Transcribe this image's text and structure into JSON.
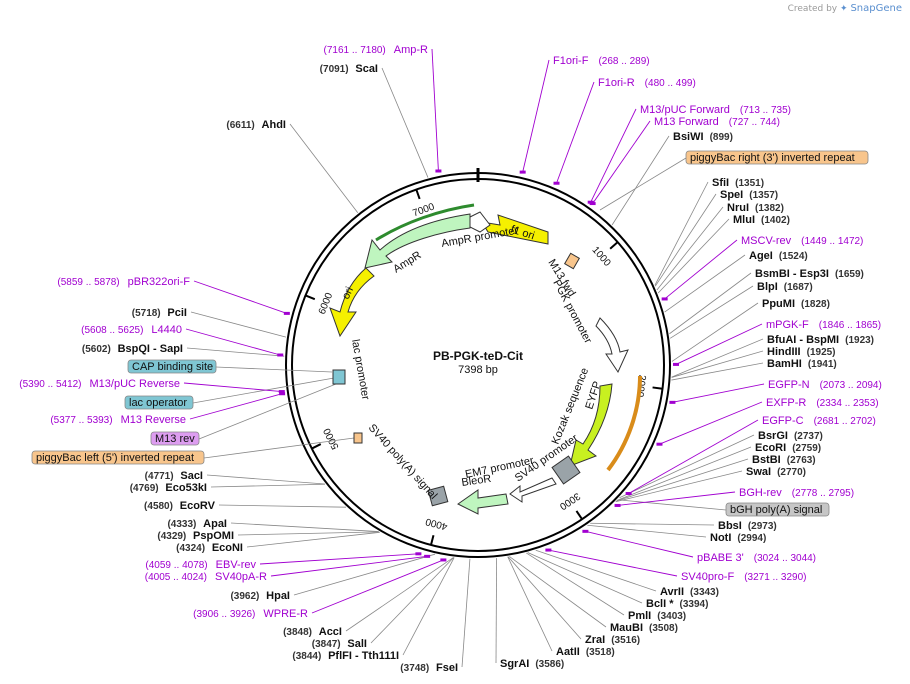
{
  "header": {
    "credit_prefix": "Created by",
    "credit_brand": "SnapGene"
  },
  "plasmid": {
    "name": "PB-PGK-teD-Cit",
    "length_label": "7398 bp",
    "length": 7398
  },
  "ticks": [
    "1000",
    "2000",
    "3000",
    "4000",
    "5000",
    "6000",
    "7000"
  ],
  "enzymes_right": [
    {
      "name": "BsiWI",
      "pos": "(899)"
    },
    {
      "name": "SfiI",
      "pos": "(1351)"
    },
    {
      "name": "SpeI",
      "pos": "(1357)"
    },
    {
      "name": "NruI",
      "pos": "(1382)"
    },
    {
      "name": "MluI",
      "pos": "(1402)"
    },
    {
      "name": "AgeI",
      "pos": "(1524)"
    },
    {
      "name": "BsmBI - Esp3I",
      "pos": "(1659)"
    },
    {
      "name": "BlpI",
      "pos": "(1687)"
    },
    {
      "name": "PpuMI",
      "pos": "(1828)"
    },
    {
      "name": "BfuAI - BspMI",
      "pos": "(1923)"
    },
    {
      "name": "HindIII",
      "pos": "(1925)"
    },
    {
      "name": "BamHI",
      "pos": "(1941)"
    },
    {
      "name": "BsrGI",
      "pos": "(2737)"
    },
    {
      "name": "EcoRI",
      "pos": "(2759)"
    },
    {
      "name": "BstBI",
      "pos": "(2763)"
    },
    {
      "name": "SwaI",
      "pos": "(2770)"
    },
    {
      "name": "BbsI",
      "pos": "(2973)"
    },
    {
      "name": "NotI",
      "pos": "(2994)"
    },
    {
      "name": "AvrII",
      "pos": "(3343)"
    },
    {
      "name": "BclI *",
      "pos": "(3394)"
    },
    {
      "name": "PmlI",
      "pos": "(3403)"
    },
    {
      "name": "MauBI",
      "pos": "(3508)"
    },
    {
      "name": "ZraI",
      "pos": "(3516)"
    },
    {
      "name": "AatII",
      "pos": "(3518)"
    },
    {
      "name": "SgrAI",
      "pos": "(3586)"
    }
  ],
  "enzymes_left": [
    {
      "name": "ScaI",
      "pos": "(7091)"
    },
    {
      "name": "AhdI",
      "pos": "(6611)"
    },
    {
      "name": "PciI",
      "pos": "(5718)"
    },
    {
      "name": "BspQI - SapI",
      "pos": "(5602)"
    },
    {
      "name": "SacI",
      "pos": "(4771)"
    },
    {
      "name": "Eco53kI",
      "pos": "(4769)"
    },
    {
      "name": "EcoRV",
      "pos": "(4580)"
    },
    {
      "name": "ApaI",
      "pos": "(4333)"
    },
    {
      "name": "PspOMI",
      "pos": "(4329)"
    },
    {
      "name": "EcoNI",
      "pos": "(4324)"
    },
    {
      "name": "HpaI",
      "pos": "(3962)"
    },
    {
      "name": "AccI",
      "pos": "(3848)"
    },
    {
      "name": "SalI",
      "pos": "(3847)"
    },
    {
      "name": "PflFI - Tth111I",
      "pos": "(3844)"
    },
    {
      "name": "FseI",
      "pos": "(3748)"
    }
  ],
  "primers": [
    {
      "name": "Amp-R",
      "pos": "(7161 .. 7180)"
    },
    {
      "name": "F1ori-F",
      "pos": "(268 .. 289)"
    },
    {
      "name": "F1ori-R",
      "pos": "(480 .. 499)"
    },
    {
      "name": "M13/pUC Forward",
      "pos": "(713 .. 735)"
    },
    {
      "name": "M13 Forward",
      "pos": "(727 .. 744)"
    },
    {
      "name": "MSCV-rev",
      "pos": "(1449 .. 1472)"
    },
    {
      "name": "mPGK-F",
      "pos": "(1846 .. 1865)"
    },
    {
      "name": "EGFP-N",
      "pos": "(2073 .. 2094)"
    },
    {
      "name": "EXFP-R",
      "pos": "(2334 .. 2353)"
    },
    {
      "name": "EGFP-C",
      "pos": "(2681 .. 2702)"
    },
    {
      "name": "BGH-rev",
      "pos": "(2778 .. 2795)"
    },
    {
      "name": "pBABE 3'",
      "pos": "(3024 .. 3044)"
    },
    {
      "name": "SV40pro-F",
      "pos": "(3271 .. 3290)"
    },
    {
      "name": "WPRE-R",
      "pos": "(3906 .. 3926)"
    },
    {
      "name": "SV40pA-R",
      "pos": "(4005 .. 4024)"
    },
    {
      "name": "EBV-rev",
      "pos": "(4059 .. 4078)"
    },
    {
      "name": "M13 Reverse",
      "pos": "(5377 .. 5393)"
    },
    {
      "name": "M13/pUC Reverse",
      "pos": "(5390 .. 5412)"
    },
    {
      "name": "L4440",
      "pos": "(5608 .. 5625)"
    },
    {
      "name": "pBR322ori-F",
      "pos": "(5859 .. 5878)"
    }
  ],
  "boxed_features": [
    {
      "name": "piggyBac right (3') inverted repeat",
      "color": "#f8c58c"
    },
    {
      "name": "bGH poly(A) signal",
      "color": "#c6c6c6"
    },
    {
      "name": "CAP binding site",
      "color": "#7fc6d3"
    },
    {
      "name": "lac operator",
      "color": "#7fc6d3"
    },
    {
      "name": "M13 rev",
      "color": "#dd9df0"
    },
    {
      "name": "piggyBac left (5') inverted repeat",
      "color": "#f8c58c"
    }
  ],
  "inner_labels": {
    "f1_ori": "f1 ori",
    "ampr_promoter": "AmpR promoter",
    "ampr": "AmpR",
    "ori": "ori",
    "m13_fwd": "M13 fwd",
    "pgk_promoter": "PGK promoter",
    "lac_promoter": "lac promoter",
    "kozak": "Kozak sequence",
    "eyfp": "EYFP",
    "sv40_promoter": "SV40 promoter",
    "em7_promoter": "EM7 promoter",
    "bleor": "BleoR",
    "sv40_polya": "SV40 poly(A) signal"
  },
  "colors": {
    "primer": "#a100d0",
    "f1_ori": "#f5f000",
    "ampr": "#bff5bf",
    "eyfp": "#c8f020",
    "ori": "#f5f000",
    "backbone": "#000000"
  }
}
